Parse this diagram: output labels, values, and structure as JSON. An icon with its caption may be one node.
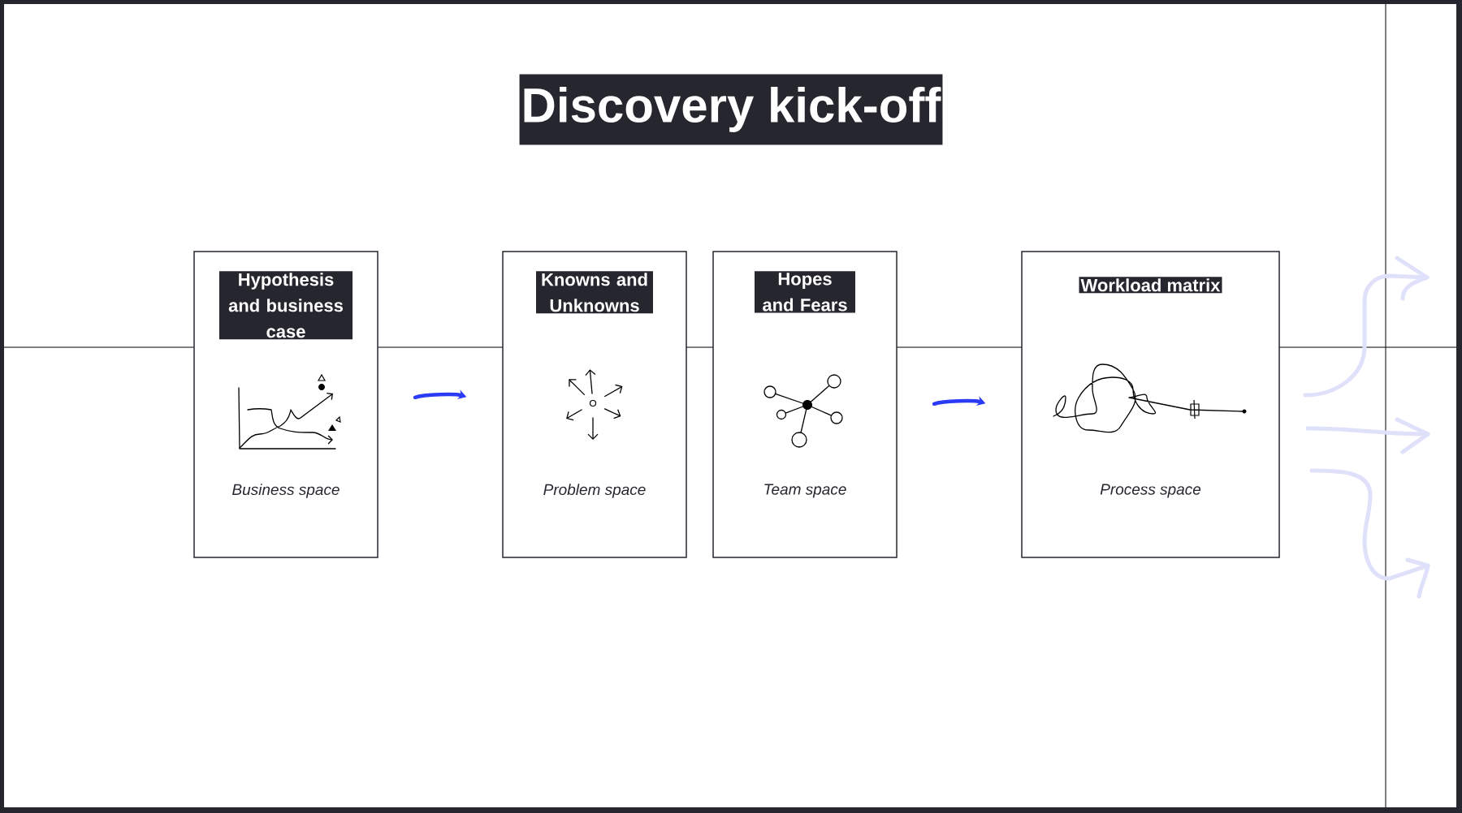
{
  "diagram": {
    "title": "Discovery kick-off",
    "nodes": [
      {
        "text": [
          "Hypothesis and business case",
          "Business space"
        ]
      },
      {
        "text": [
          "Knowns and Unknowns",
          "Problem space"
        ]
      },
      {
        "text": [
          "Hopes and Fears",
          "Team space"
        ]
      },
      {
        "text": [
          "Workload matrix",
          "Process space"
        ]
      }
    ],
    "edges": [
      {
        "from": 0,
        "to": 1,
        "arrow": "to",
        "color": "#2b3bf5"
      },
      {
        "from": 2,
        "to": 3,
        "arrow": "to",
        "color": "#2b3bf5"
      }
    ]
  }
}
